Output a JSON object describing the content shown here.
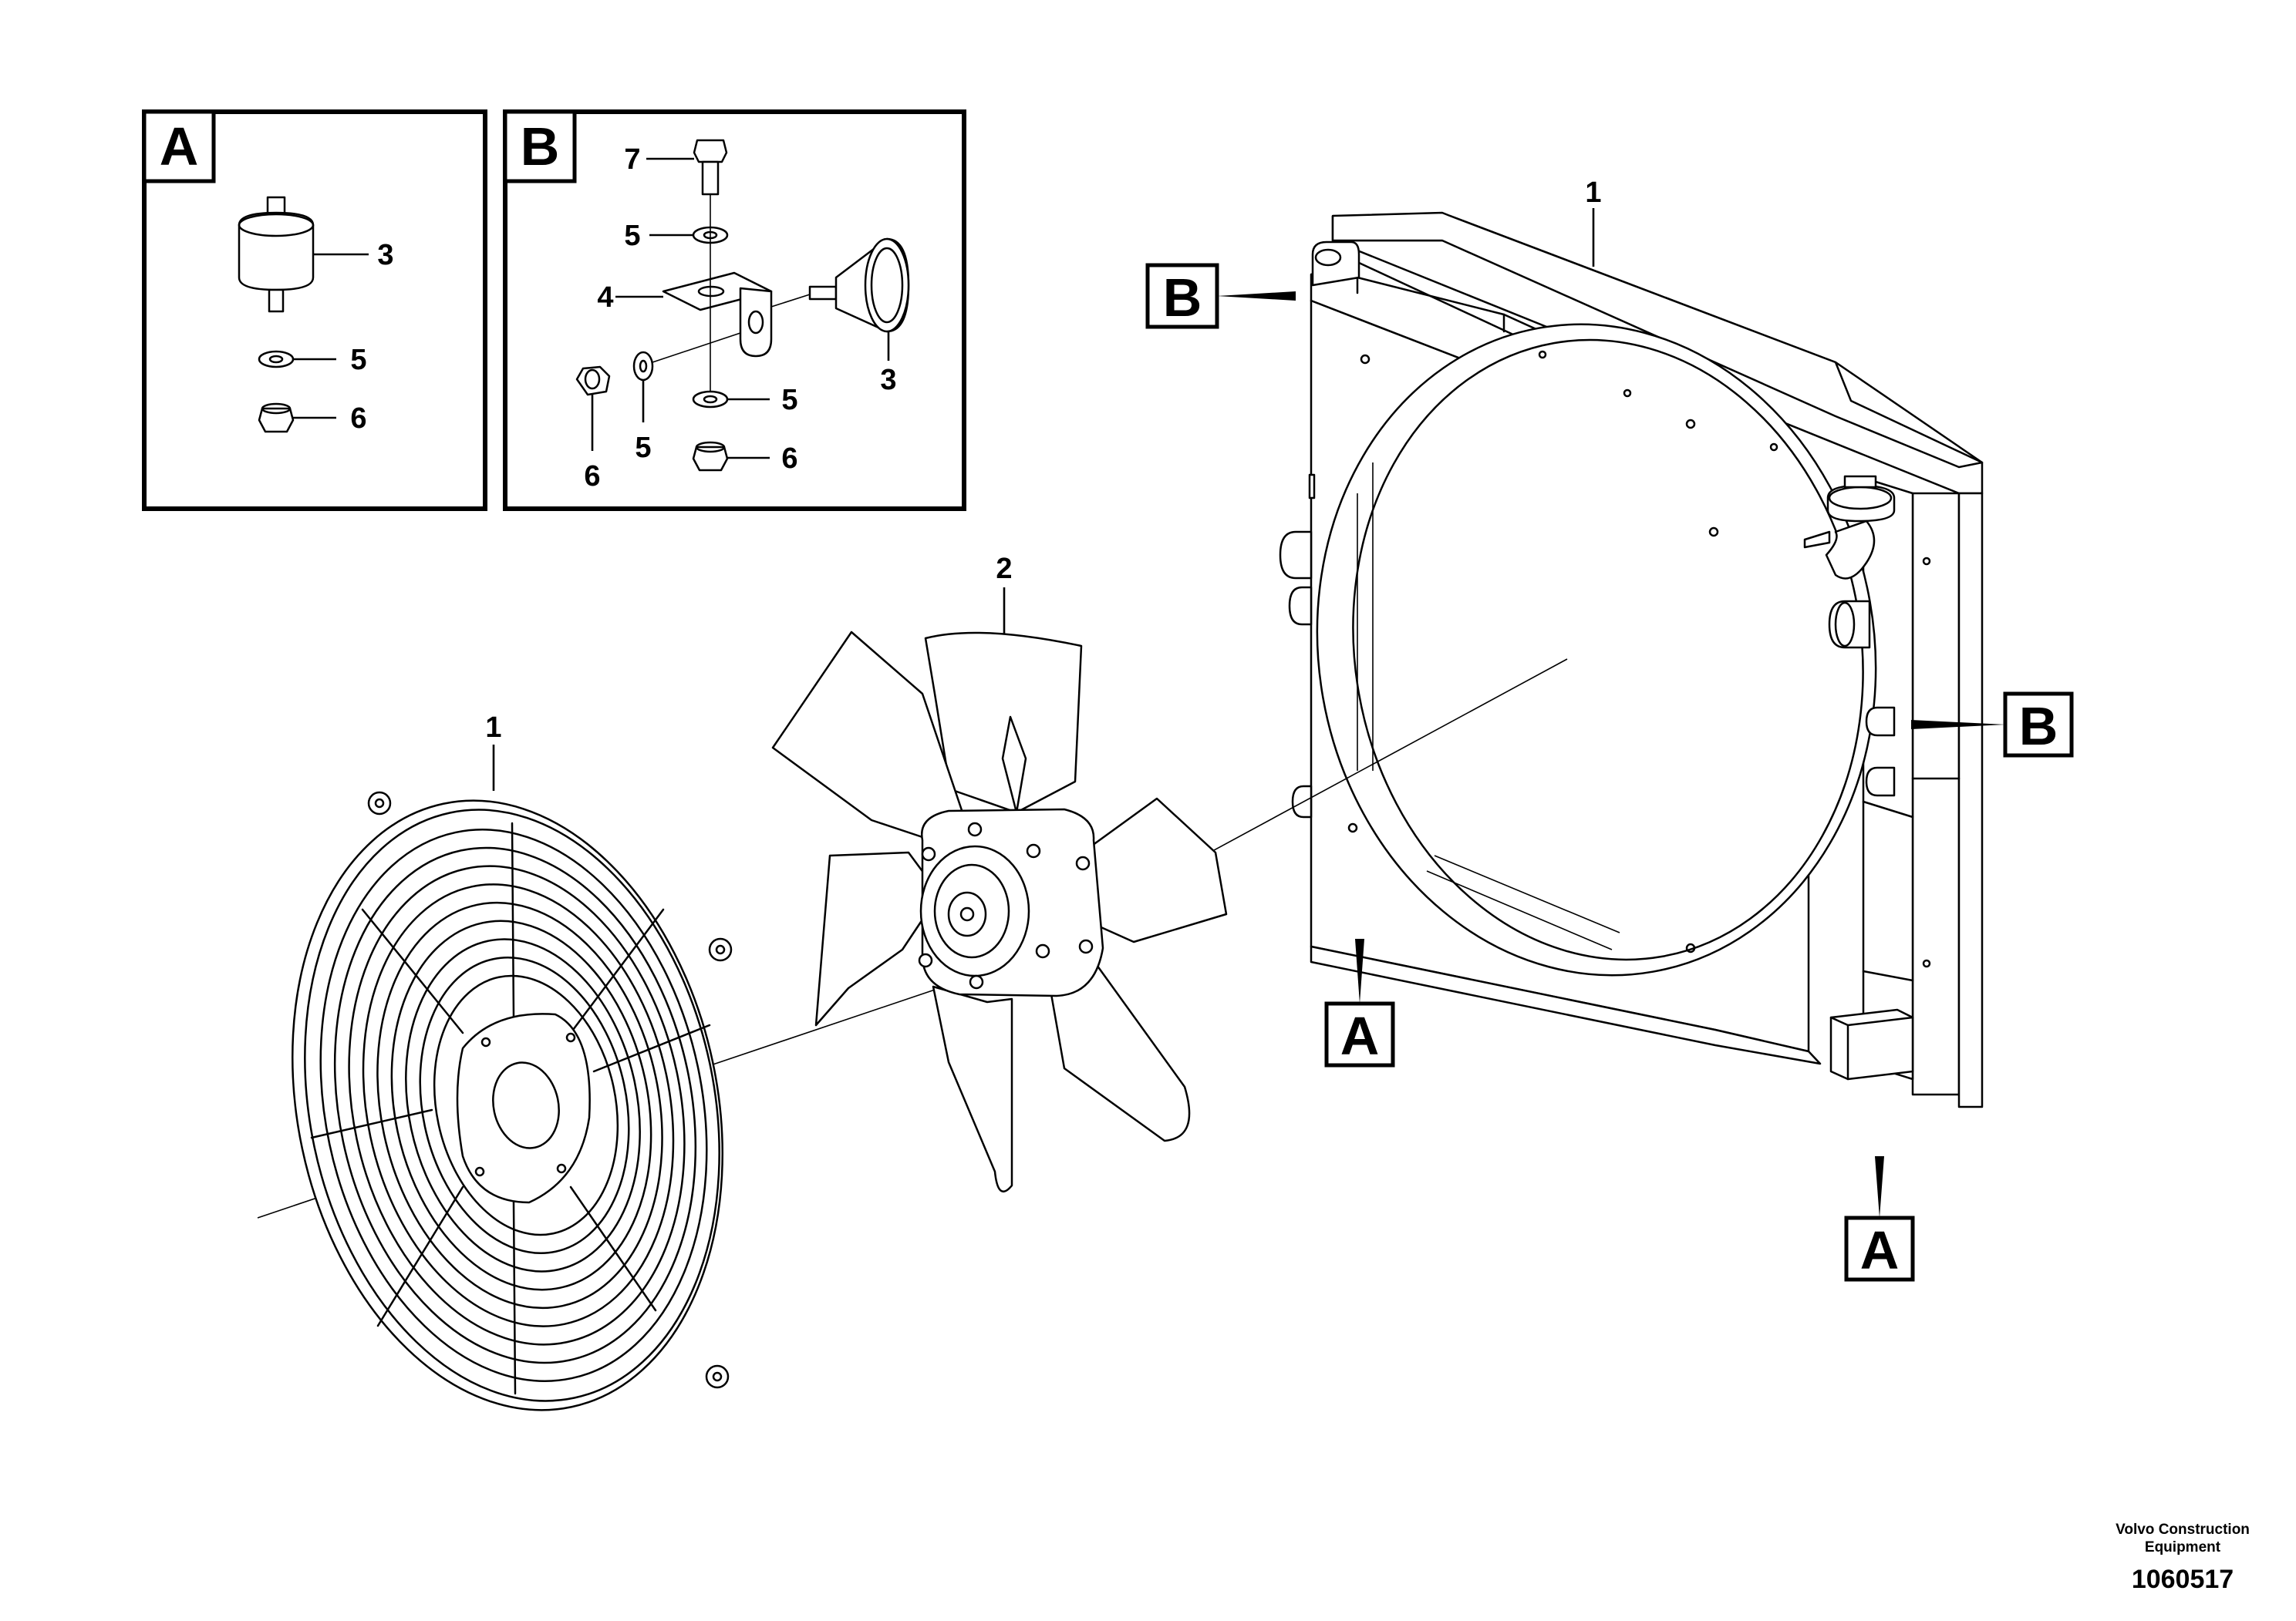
{
  "detail_views": {
    "a": {
      "letter": "A",
      "callouts": [
        "3",
        "5",
        "6"
      ]
    },
    "b": {
      "letter": "B",
      "callouts": [
        "7",
        "5",
        "4",
        "3",
        "5",
        "6",
        "5",
        "6"
      ]
    }
  },
  "main": {
    "radiator_callout": "1",
    "guard_callout": "1",
    "fan_callout": "2",
    "view_markers": {
      "top_left_b": "B",
      "right_b": "B",
      "bottom_a": "A",
      "bottom_right_a": "A"
    }
  },
  "footer": {
    "company_line1": "Volvo Construction",
    "company_line2": "Equipment",
    "figure_number": "1060517"
  }
}
